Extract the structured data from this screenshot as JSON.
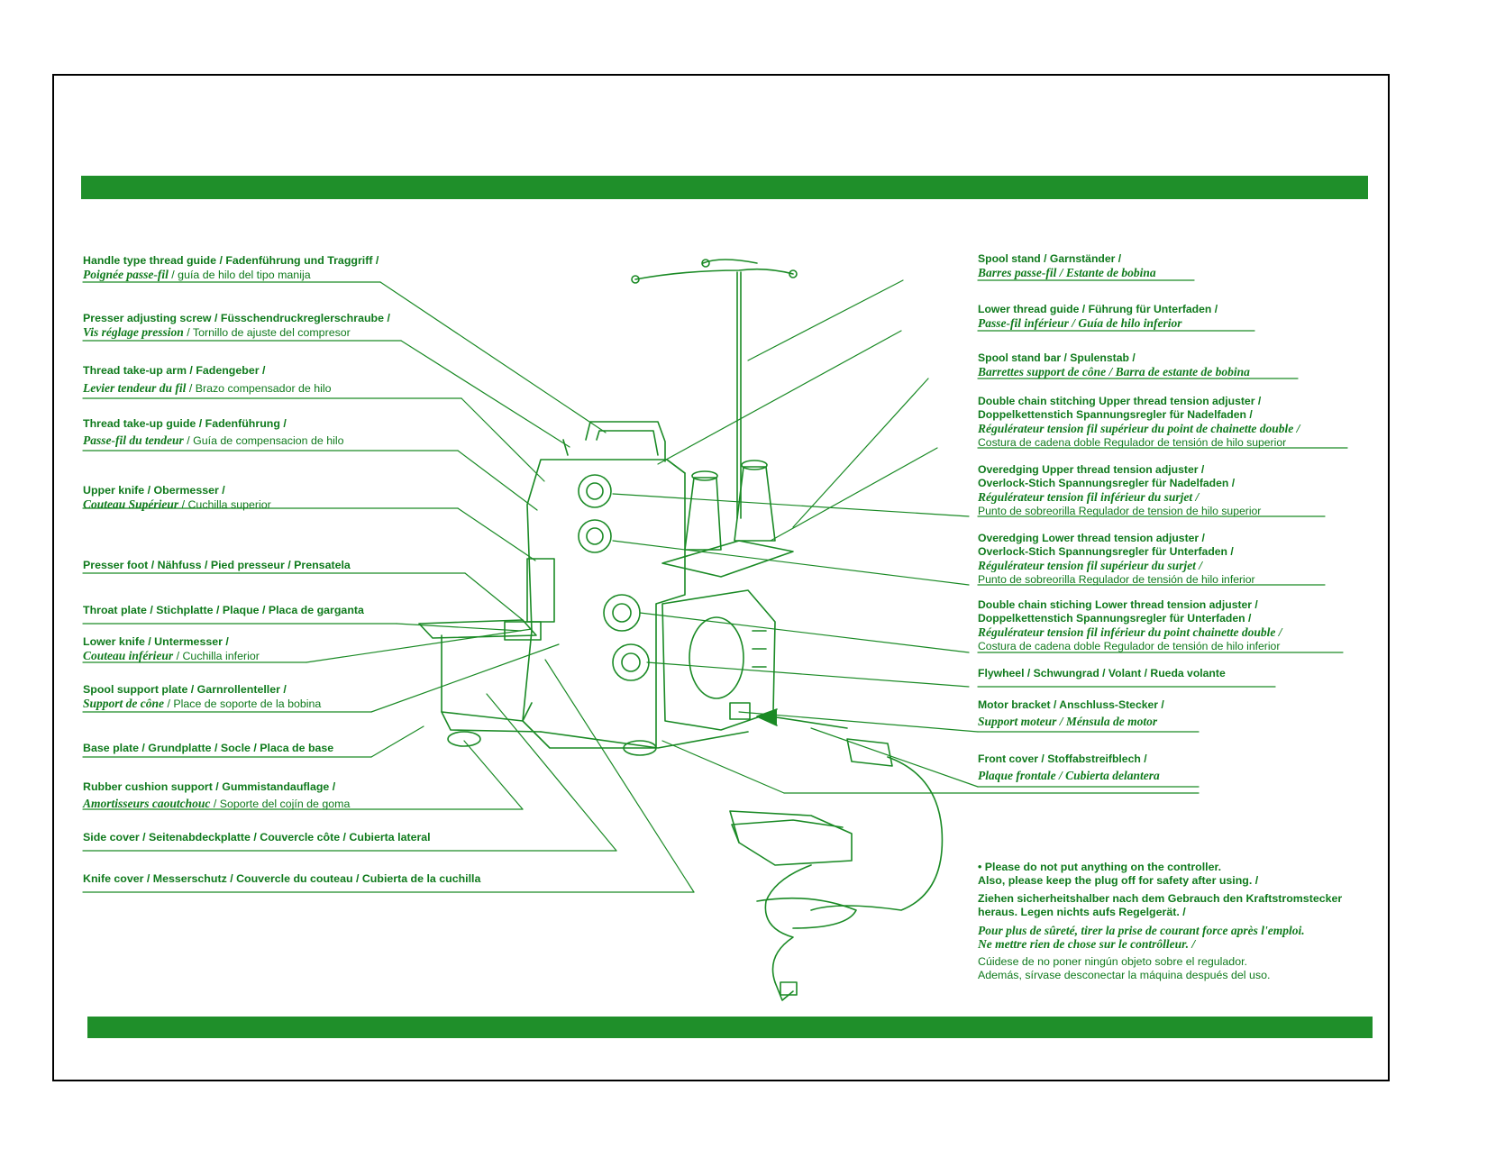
{
  "colors": {
    "accent": "#1f8f2a",
    "text": "#0f7a1c",
    "frame": "#000000"
  },
  "left_labels": [
    {
      "l1": "Handle type thread guide / Fadenführung und Traggriff /",
      "l2_it": "Poignée passe-fil",
      "l2": " / guía de hilo del tipo manija"
    },
    {
      "l1": "Presser adjusting screw / Füsschendruckreglerschraube /",
      "l2_it": "Vis réglage pression",
      "l2": " / Tornillo de ajuste del compresor"
    },
    {
      "l1": "Thread take-up arm / Fadengeber /",
      "l2_it": "Levier tendeur du fil",
      "l2": " / Brazo compensador de hilo"
    },
    {
      "l1": "Thread take-up guide / Fadenführung /",
      "l2_it": "Passe-fil du tendeur",
      "l2": " / Guía de compensacion de hilo"
    },
    {
      "l1": "Upper knife / Obermesser /",
      "l2_it": "Couteau Supérieur",
      "l2": " / Cuchilla superior"
    },
    {
      "l1": "Presser foot / Nähfuss / Pied presseur / Prensatela",
      "l2_it": "",
      "l2": ""
    },
    {
      "l1": "Throat plate / Stichplatte / Plaque / Placa de garganta",
      "l2_it": "",
      "l2": ""
    },
    {
      "l1": "Lower knife / Untermesser /",
      "l2_it": "Couteau inférieur",
      "l2": " / Cuchilla inferior"
    },
    {
      "l1": "Spool support plate / Garnrollenteller /",
      "l2_it": "Support de cône",
      "l2": " / Place de soporte de la bobina"
    },
    {
      "l1": "Base plate / Grundplatte / Socle / Placa de base",
      "l2_it": "",
      "l2": ""
    },
    {
      "l1": "Rubber cushion support / Gummistandauflage /",
      "l2_it": "Amortisseurs caoutchouc",
      "l2": " / Soporte del cojín de goma"
    },
    {
      "l1": "Side cover / Seitenabdeckplatte / Couvercle côte / Cubierta lateral",
      "l2_it": "",
      "l2": ""
    },
    {
      "l1": "Knife cover / Messerschutz / Couvercle du couteau / Cubierta de la cuchilla",
      "l2_it": "",
      "l2": ""
    }
  ],
  "right_labels": [
    {
      "lines": [
        "Spool stand / Garnständer /",
        "Barres passe-fil / Estante de bobina"
      ]
    },
    {
      "lines": [
        "Lower thread guide / Führung für Unterfaden /",
        "Passe-fil inférieur / Guía de hilo inferior"
      ]
    },
    {
      "lines": [
        "Spool stand bar / Spulenstab /",
        "Barrettes support de cône / Barra de estante de bobina"
      ]
    },
    {
      "lines": [
        "Double chain stitching  Upper thread tension adjuster /",
        "Doppelkettenstich Spannungsregler für Nadelfaden /",
        "Régulérateur tension fil supérieur du point de chainette double /",
        "Costura de cadena doble  Regulador de tensión de hilo superior"
      ]
    },
    {
      "lines": [
        "Overedging  Upper thread tension adjuster /",
        "Overlock-Stich  Spannungsregler für Nadelfaden /",
        "Régulérateur tension fil inférieur du surjet /",
        "Punto de sobreorilla  Regulador de tension de hilo superior"
      ]
    },
    {
      "lines": [
        "Overedging   Lower thread tension adjuster /",
        "Overlock-Stich   Spannungsregler für Unterfaden /",
        "Régulérateur tension fil supérieur du surjet /",
        "Punto de sobreorilla   Regulador de tensión de hilo inferior"
      ]
    },
    {
      "lines": [
        "Double chain stiching  Lower thread tension adjuster /",
        "Doppelkettenstich  Spannungsregler für Unterfaden /",
        "Régulérateur tension fil inférieur du point chainette double /",
        "Costura de cadena doble  Regulador de tensión de hilo inferior"
      ]
    },
    {
      "lines": [
        "Flywheel / Schwungrad / Volant / Rueda volante"
      ]
    },
    {
      "lines": [
        "Motor bracket / Anschluss-Stecker /",
        "Support moteur / Ménsula de motor"
      ]
    },
    {
      "lines": [
        "Front cover / Stoffabstreifblech /",
        "Plaque frontale / Cubierta delantera"
      ]
    }
  ],
  "note": {
    "en1": "• Please do not put anything on the controller.",
    "en2": "Also, please keep the plug off for safety after using. /",
    "de1": "Ziehen sicherheitshalber nach dem Gebrauch den Kraftstromstecker",
    "de2": "heraus.  Legen nichts aufs Regelgerät. /",
    "fr1": "Pour plus de sûreté, tirer la prise de courant force après l'emploi.",
    "fr2": "Ne mettre rien de chose sur le contrôlleur. /",
    "es1": "Cúidese de no poner ningún objeto sobre el regulador.",
    "es2": "Además, sírvase desconectar la máquina después del uso."
  }
}
